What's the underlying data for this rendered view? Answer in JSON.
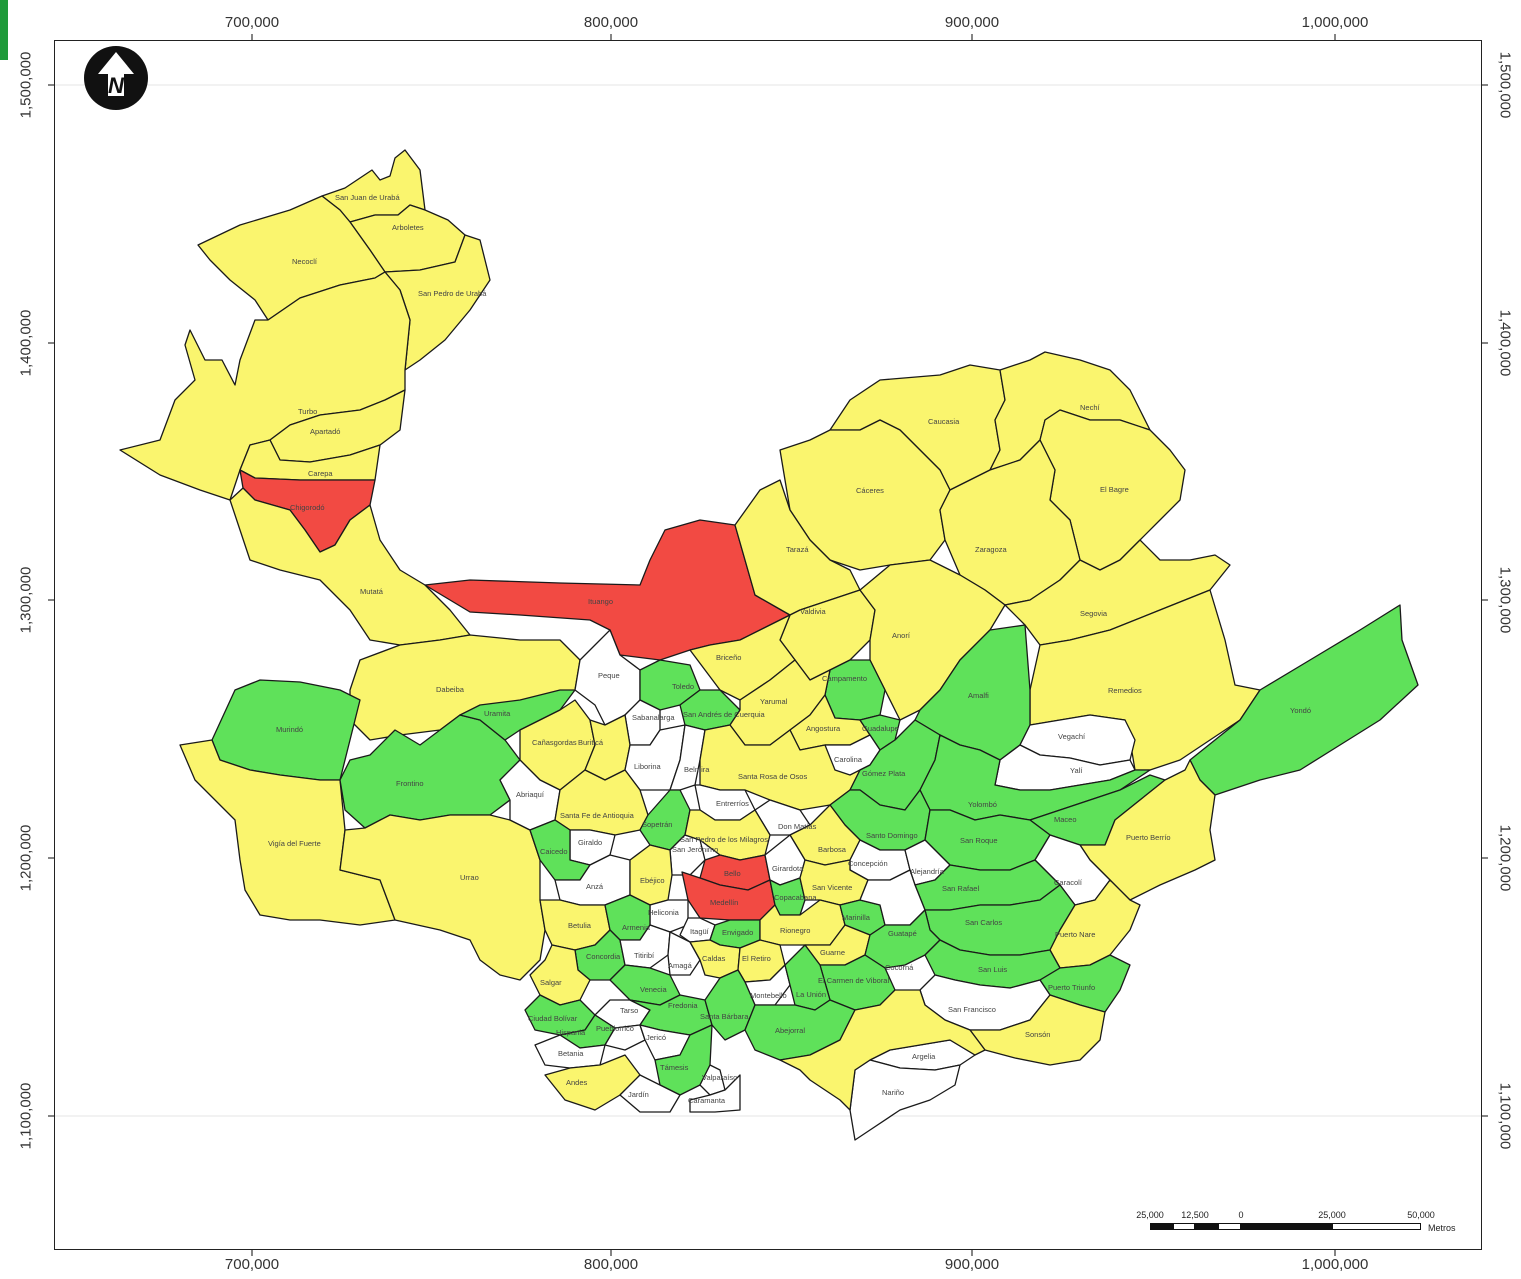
{
  "axes": {
    "x_ticks": [
      "700,000",
      "800,000",
      "900,000",
      "1,000,000"
    ],
    "y_ticks": [
      "1,500,000",
      "1,400,000",
      "1,300,000",
      "1,200,000",
      "1,100,000"
    ]
  },
  "north_arrow": {
    "letter": "N",
    "icon": "north-arrow-icon"
  },
  "scale_bar": {
    "labels": [
      "25,000",
      "12,500",
      "0",
      "25,000",
      "50,000"
    ],
    "unit": "Metros"
  },
  "colors": {
    "yellow": "#faf56e",
    "green": "#5fe15a",
    "red": "#f24a43",
    "white": "#ffffff",
    "border": "#1a1a1a"
  },
  "municipalities": [
    {
      "name": "San Juan de Urabá",
      "cat": "yellow"
    },
    {
      "name": "Arboletes",
      "cat": "yellow"
    },
    {
      "name": "Necoclí",
      "cat": "yellow"
    },
    {
      "name": "San Pedro de Urabá",
      "cat": "yellow"
    },
    {
      "name": "Turbo",
      "cat": "yellow"
    },
    {
      "name": "Apartadó",
      "cat": "yellow"
    },
    {
      "name": "Carepa",
      "cat": "yellow"
    },
    {
      "name": "Chigorodó",
      "cat": "red"
    },
    {
      "name": "Mutatá",
      "cat": "yellow"
    },
    {
      "name": "Ituango",
      "cat": "red"
    },
    {
      "name": "Dabeiba",
      "cat": "yellow"
    },
    {
      "name": "Murindó",
      "cat": "green"
    },
    {
      "name": "Vigía del Fuerte",
      "cat": "yellow"
    },
    {
      "name": "Frontino",
      "cat": "green"
    },
    {
      "name": "Urrao",
      "cat": "yellow"
    },
    {
      "name": "Uramita",
      "cat": "green"
    },
    {
      "name": "Peque",
      "cat": "white"
    },
    {
      "name": "Cañasgordas",
      "cat": "yellow"
    },
    {
      "name": "Abriaquí",
      "cat": "white"
    },
    {
      "name": "Caucasia",
      "cat": "yellow"
    },
    {
      "name": "Nechí",
      "cat": "yellow"
    },
    {
      "name": "Cáceres",
      "cat": "yellow"
    },
    {
      "name": "El Bagre",
      "cat": "yellow"
    },
    {
      "name": "Tarazá",
      "cat": "yellow"
    },
    {
      "name": "Zaragoza",
      "cat": "yellow"
    },
    {
      "name": "Valdivia",
      "cat": "yellow"
    },
    {
      "name": "Segovia",
      "cat": "yellow"
    },
    {
      "name": "Anorí",
      "cat": "yellow"
    },
    {
      "name": "Briceño",
      "cat": "yellow"
    },
    {
      "name": "Remedios",
      "cat": "yellow"
    },
    {
      "name": "Campamento",
      "cat": "green"
    },
    {
      "name": "Amalfi",
      "cat": "green"
    },
    {
      "name": "Yondó",
      "cat": "green"
    },
    {
      "name": "Toledo",
      "cat": "green"
    },
    {
      "name": "San Andrés de Cuerquia",
      "cat": "green"
    },
    {
      "name": "Yarumal",
      "cat": "yellow"
    },
    {
      "name": "Vegachí",
      "cat": "white"
    },
    {
      "name": "Yalí",
      "cat": "white"
    },
    {
      "name": "Angostura",
      "cat": "yellow"
    },
    {
      "name": "Guadalupe",
      "cat": "green"
    },
    {
      "name": "Sabanalarga",
      "cat": "white"
    },
    {
      "name": "Buriticá",
      "cat": "yellow"
    },
    {
      "name": "Liborina",
      "cat": "white"
    },
    {
      "name": "Belmira",
      "cat": "white"
    },
    {
      "name": "Santa Rosa de Osos",
      "cat": "yellow"
    },
    {
      "name": "Carolina",
      "cat": "white"
    },
    {
      "name": "Gómez Plata",
      "cat": "green"
    },
    {
      "name": "Yolombó",
      "cat": "green"
    },
    {
      "name": "Maceo",
      "cat": "green"
    },
    {
      "name": "Puerto Berrío",
      "cat": "yellow"
    },
    {
      "name": "Santa Fe de Antioquia",
      "cat": "yellow"
    },
    {
      "name": "Sopetrán",
      "cat": "green"
    },
    {
      "name": "Entrerríos",
      "cat": "white"
    },
    {
      "name": "Don Matías",
      "cat": "white"
    },
    {
      "name": "Santo Domingo",
      "cat": "green"
    },
    {
      "name": "San Roque",
      "cat": "green"
    },
    {
      "name": "Giraldo",
      "cat": "white"
    },
    {
      "name": "Caicedo",
      "cat": "green"
    },
    {
      "name": "San Jerónimo",
      "cat": "white"
    },
    {
      "name": "San Pedro de los Milagros",
      "cat": "yellow"
    },
    {
      "name": "Barbosa",
      "cat": "yellow"
    },
    {
      "name": "Concepción",
      "cat": "white"
    },
    {
      "name": "Alejandría",
      "cat": "white"
    },
    {
      "name": "Caracolí",
      "cat": "white"
    },
    {
      "name": "Anzá",
      "cat": "white"
    },
    {
      "name": "Ebéjico",
      "cat": "yellow"
    },
    {
      "name": "Bello",
      "cat": "red"
    },
    {
      "name": "Medellín",
      "cat": "red"
    },
    {
      "name": "Girardota",
      "cat": "white"
    },
    {
      "name": "Copacabana",
      "cat": "green"
    },
    {
      "name": "San Vicente",
      "cat": "yellow"
    },
    {
      "name": "San Rafael",
      "cat": "green"
    },
    {
      "name": "San Carlos",
      "cat": "green"
    },
    {
      "name": "Puerto Nare",
      "cat": "yellow"
    },
    {
      "name": "Betulia",
      "cat": "yellow"
    },
    {
      "name": "Heliconia",
      "cat": "white"
    },
    {
      "name": "Armenia",
      "cat": "green"
    },
    {
      "name": "Itagüí",
      "cat": "white"
    },
    {
      "name": "Envigado",
      "cat": "green"
    },
    {
      "name": "Rionegro",
      "cat": "yellow"
    },
    {
      "name": "Marinilla",
      "cat": "green"
    },
    {
      "name": "Guatapé",
      "cat": "white"
    },
    {
      "name": "Concordia",
      "cat": "green"
    },
    {
      "name": "Titiribí",
      "cat": "white"
    },
    {
      "name": "Amagá",
      "cat": "white"
    },
    {
      "name": "Caldas",
      "cat": "yellow"
    },
    {
      "name": "El Retiro",
      "cat": "yellow"
    },
    {
      "name": "Guarne",
      "cat": "yellow"
    },
    {
      "name": "Cocorná",
      "cat": "green"
    },
    {
      "name": "San Luis",
      "cat": "green"
    },
    {
      "name": "Salgar",
      "cat": "yellow"
    },
    {
      "name": "Venecia",
      "cat": "green"
    },
    {
      "name": "Montebello",
      "cat": "white"
    },
    {
      "name": "El Carmen de Viboral",
      "cat": "green"
    },
    {
      "name": "La Unión",
      "cat": "green"
    },
    {
      "name": "Puerto Triunfo",
      "cat": "green"
    },
    {
      "name": "Ciudad Bolívar",
      "cat": "green"
    },
    {
      "name": "Tarso",
      "cat": "white"
    },
    {
      "name": "Fredonia",
      "cat": "green"
    },
    {
      "name": "Santa Bárbara",
      "cat": "green"
    },
    {
      "name": "Abejorral",
      "cat": "green"
    },
    {
      "name": "San Francisco",
      "cat": "white"
    },
    {
      "name": "Sonsón",
      "cat": "yellow"
    },
    {
      "name": "Hispania",
      "cat": "green"
    },
    {
      "name": "Pueblorrico",
      "cat": "white"
    },
    {
      "name": "Jericó",
      "cat": "white"
    },
    {
      "name": "Betania",
      "cat": "white"
    },
    {
      "name": "Támesis",
      "cat": "green"
    },
    {
      "name": "Argelia",
      "cat": "white"
    },
    {
      "name": "Andes",
      "cat": "yellow"
    },
    {
      "name": "Valparaíso",
      "cat": "white"
    },
    {
      "name": "Jardín",
      "cat": "white"
    },
    {
      "name": "Caramanta",
      "cat": "white"
    },
    {
      "name": "Nariño",
      "cat": "white"
    }
  ]
}
